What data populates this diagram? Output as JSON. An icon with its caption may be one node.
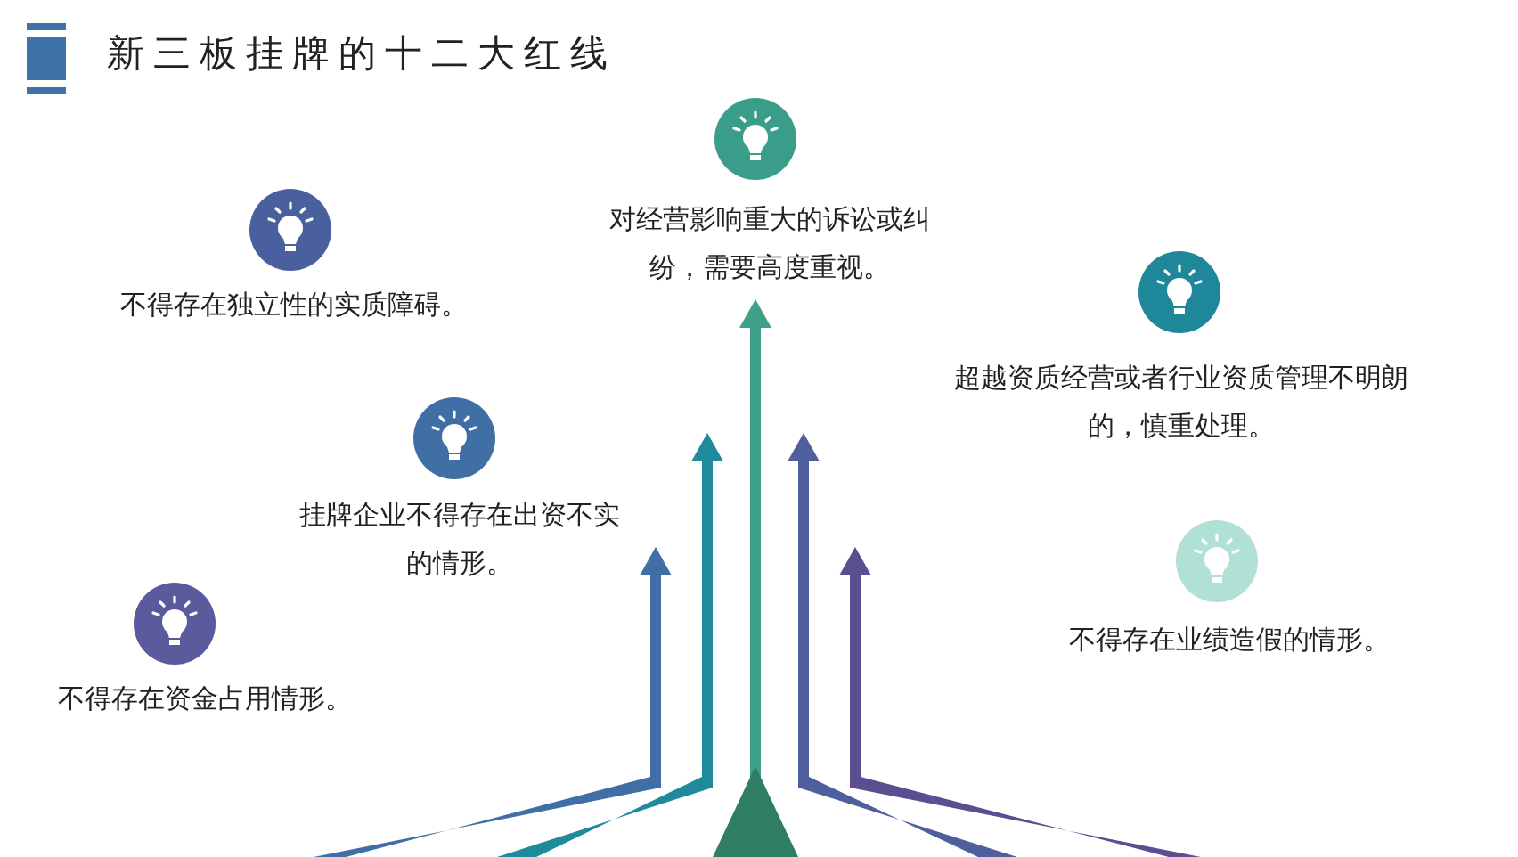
{
  "diagram": {
    "title": "新三板挂牌的十二大红线",
    "nodes": [
      {
        "text": [
          "对经营影响重大的诉讼或纠纷，需要高度重视。"
        ]
      },
      {
        "text": [
          "不得存在独立性的实质障碍。"
        ]
      },
      {
        "text": [
          "超越资质经营或者行业资质管理不明朗的，慎重处理。"
        ]
      },
      {
        "text": [
          "挂牌企业不得存在出资不实的情形。"
        ]
      },
      {
        "text": [
          "不得存在业绩造假的情形。"
        ]
      },
      {
        "text": [
          "不得存在资金占用情形。"
        ]
      }
    ]
  }
}
